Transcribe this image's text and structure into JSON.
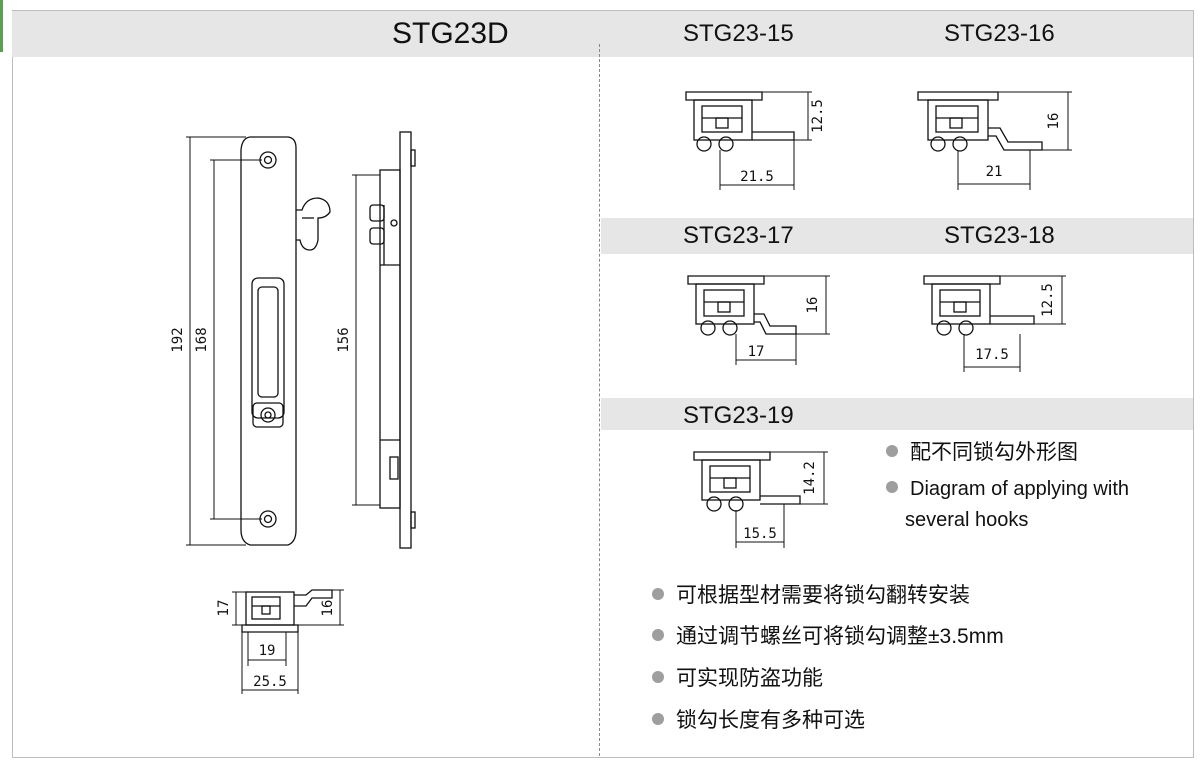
{
  "titles": {
    "main": "STG23D",
    "v15": "STG23-15",
    "v16": "STG23-16",
    "v17": "STG23-17",
    "v18": "STG23-18",
    "v19": "STG23-19"
  },
  "dimensions": {
    "overall_height": "192",
    "hole_spacing": "168",
    "side_height": "156",
    "bottom_h_left": "17",
    "bottom_h_right": "16",
    "bottom_w_inner": "19",
    "bottom_w_outer": "25.5",
    "v15_h": "12.5",
    "v15_w": "21.5",
    "v16_h": "16",
    "v16_w": "21",
    "v17_h": "16",
    "v17_w": "17",
    "v18_h": "12.5",
    "v18_w": "17.5",
    "v19_h": "14.2",
    "v19_w": "15.5"
  },
  "notes": {
    "hooks_cn": "配不同锁勾外形图",
    "hooks_en_1": "Diagram of applying with",
    "hooks_en_2": "several hooks",
    "bullets": [
      "可根据型材需要将锁勾翻转安装",
      "通过调节螺丝可将锁勾调整±3.5mm",
      "可实现防盗功能",
      "锁勾长度有多种可选"
    ]
  },
  "colors": {
    "band": "#e6e6e6",
    "accent": "#59a14f",
    "bullet": "#9e9e9e"
  }
}
